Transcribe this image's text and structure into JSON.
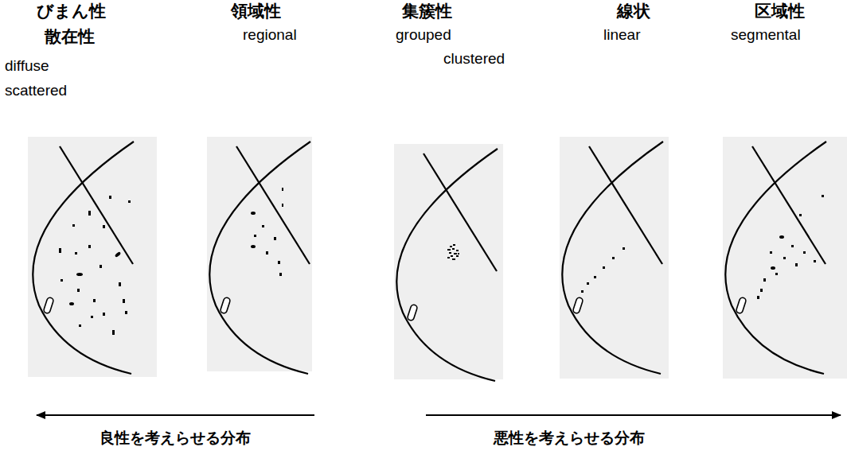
{
  "diagram": {
    "labels": [
      "びまん性",
      "散在性",
      "diffuse",
      "scattered",
      "領域性",
      "regional",
      "集簇性",
      "grouped",
      "clustered",
      "線状",
      "linear",
      "区域性",
      "segmental",
      "良性を考えらせる分布",
      "悪性を考えらせる分布"
    ]
  }
}
